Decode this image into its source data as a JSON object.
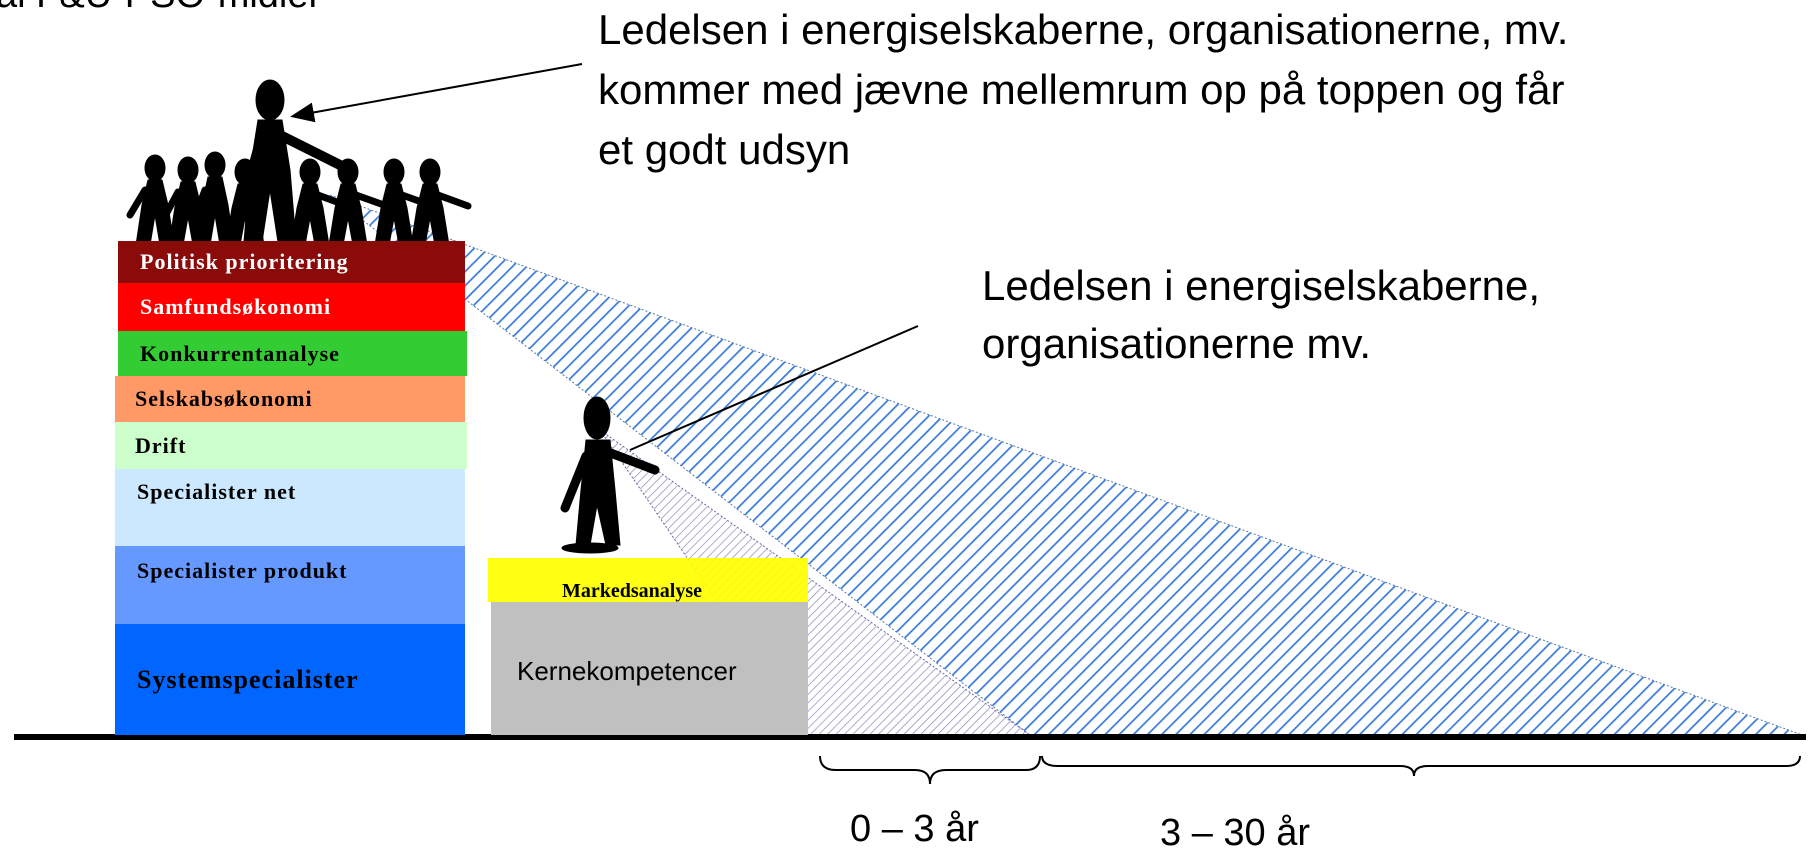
{
  "header": {
    "partial_title": "al F&U-PSO-midler"
  },
  "annotations": {
    "top_note": [
      "Ledelsen i energiselskaberne, organisationerne, mv.",
      "kommer med jævne mellemrum op på toppen og får",
      "et godt udsyn"
    ],
    "mid_note": [
      "Ledelsen i energiselskaberne,",
      "organisationerne mv."
    ]
  },
  "stack": {
    "blocks": [
      {
        "label": "Politisk prioritering",
        "color": "#8b0a0a",
        "text_color": "#ffffff"
      },
      {
        "label": "Samfundsøkonomi",
        "color": "#ff0000",
        "text_color": "#ffffff"
      },
      {
        "label": "Konkurrentanalyse",
        "color": "#33cc33",
        "text_color": "#000000"
      },
      {
        "label": "Selskabsøkonomi",
        "color": "#ff9966",
        "text_color": "#000000"
      },
      {
        "label": "Drift",
        "color": "#ccffcc",
        "text_color": "#000000"
      },
      {
        "label": "Specialister net",
        "color": "#cce8ff",
        "text_color": "#000000"
      },
      {
        "label": "Specialister produkt",
        "color": "#6699ff",
        "text_color": "#000000"
      },
      {
        "label": "Systemspecialister",
        "color": "#0066ff",
        "text_color": "#000000"
      }
    ]
  },
  "small_stack": {
    "top_label": "Markedsanalyse",
    "top_color": "#ffff00",
    "base_label": "Kernekompetencer",
    "base_color": "#c0c0c0"
  },
  "timeline": {
    "short_range": "0 – 3 år",
    "long_range": "3 – 30 år"
  },
  "colors": {
    "view_hatch": "#3b7dd8",
    "figure": "#000000"
  },
  "icons": {
    "leaders_group": "people-silhouette-icon",
    "observer": "person-pointing-icon"
  }
}
